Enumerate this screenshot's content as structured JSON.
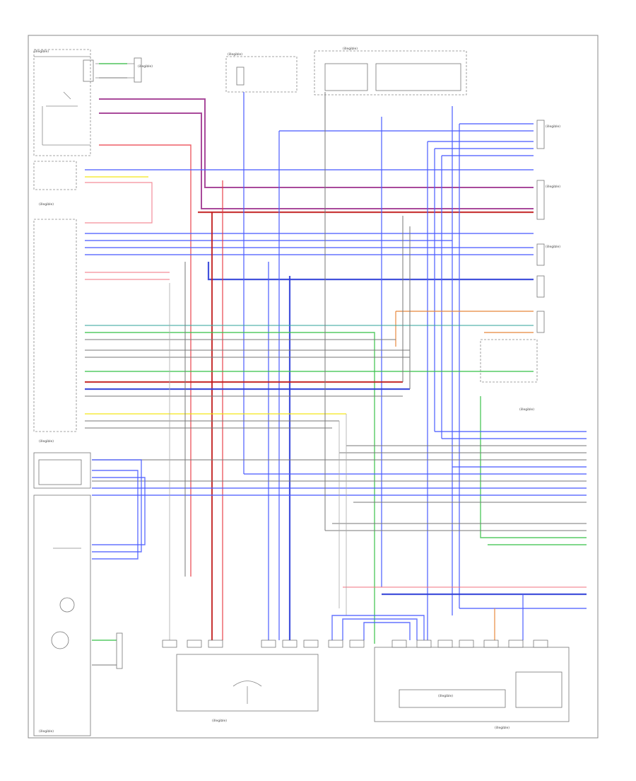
{
  "diagram": {
    "labels": {
      "tl_corner": "(illegible)",
      "ignition_switch": "(illegible)",
      "climate_control_unit": "(illegible)",
      "heater_control_switch": "(illegible)",
      "blower_control_switch_bottom": "(illegible)",
      "footer_code": "(illegible)"
    },
    "components": [
      "(illegible)",
      "(illegible)",
      "(illegible)",
      "(illegible)",
      "(illegible)",
      "(illegible)",
      "(illegible)",
      "(illegible)"
    ]
  }
}
